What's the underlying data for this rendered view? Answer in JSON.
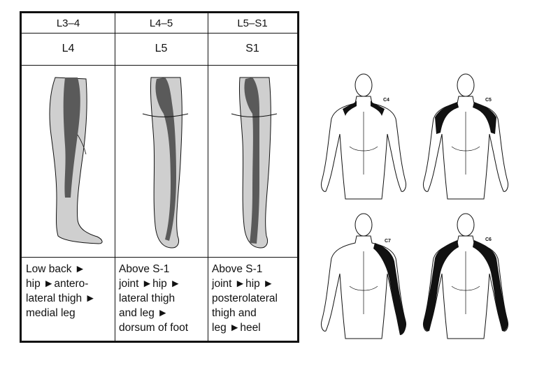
{
  "dermatome_table": {
    "columns": [
      {
        "level": "L3–4",
        "root": "L4",
        "lines": [
          "Low back ►",
          "hip ►antero-",
          "lateral thigh ►",
          "medial leg"
        ]
      },
      {
        "level": "L4–5",
        "root": "L5",
        "lines": [
          "Above S-1",
          "joint ►hip ►",
          "lateral thigh",
          "and leg ►",
          "dorsum of foot"
        ]
      },
      {
        "level": "L5–S1",
        "root": "S1",
        "lines": [
          "Above S-1",
          "joint ►hip ►",
          "posterolateral",
          "thigh and",
          "leg ►heel"
        ]
      }
    ]
  },
  "cervical_figures": {
    "labels": [
      "C4",
      "C5",
      "C7",
      "C6"
    ]
  },
  "colors": {
    "shade_dark": "#5a5a5a",
    "shade_light": "#cfcfcf",
    "line": "#111111"
  }
}
